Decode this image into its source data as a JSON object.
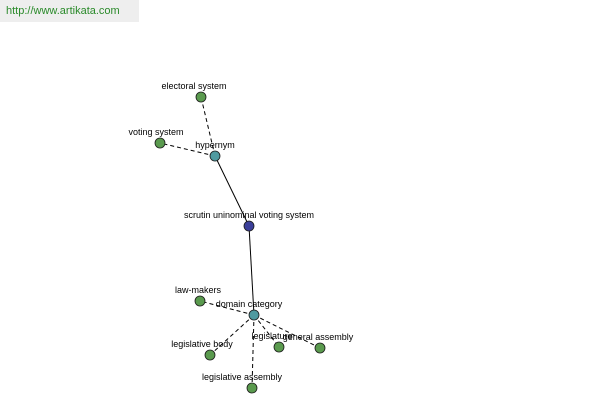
{
  "banner": {
    "url_text": "http://www.artikata.com"
  },
  "colors": {
    "banner_text": "#2a8a2a",
    "banner_bg": "#eeeeee",
    "leaf_node": "#5a9a4e",
    "relation_node": "#4f9aa0",
    "root_node": "#3b3f9a",
    "edge": "#000000"
  },
  "graph": {
    "root": {
      "id": "root",
      "label": "scrutin uninominal voting system",
      "kind": "root"
    },
    "relations": [
      {
        "id": "hypernym",
        "label": "hypernym",
        "kind": "relation"
      },
      {
        "id": "domain-category",
        "label": "domain category",
        "kind": "relation"
      }
    ],
    "leaves": [
      {
        "id": "electoral-system",
        "label": "electoral system",
        "parent": "hypernym"
      },
      {
        "id": "voting-system",
        "label": "voting system",
        "parent": "hypernym"
      },
      {
        "id": "law-makers",
        "label": "law-makers",
        "parent": "domain-category"
      },
      {
        "id": "legislative-body",
        "label": "legislative body",
        "parent": "domain-category"
      },
      {
        "id": "legislature",
        "label": "legislature",
        "parent": "domain-category"
      },
      {
        "id": "general-assembly",
        "label": "general assembly",
        "parent": "domain-category"
      },
      {
        "id": "legislative-assembly",
        "label": "legislative assembly",
        "parent": "domain-category"
      }
    ]
  }
}
